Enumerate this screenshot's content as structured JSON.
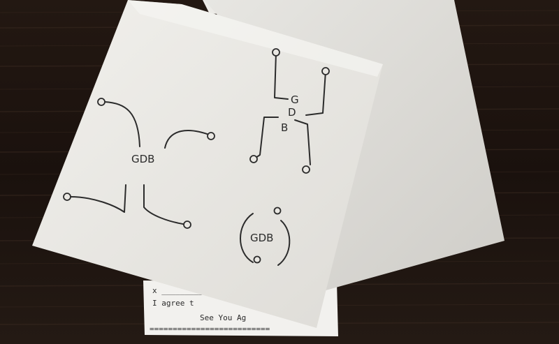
{
  "receipt": {
    "line_1": "x ____________________",
    "line_2": "I agree t",
    "line_3": "See You Ag",
    "rule": "=========================="
  },
  "napkin": {
    "label_left": "GDB",
    "label_right_top": "G",
    "label_right_mid": "D",
    "label_right_bottom": "B",
    "label_circle": "GDB"
  }
}
